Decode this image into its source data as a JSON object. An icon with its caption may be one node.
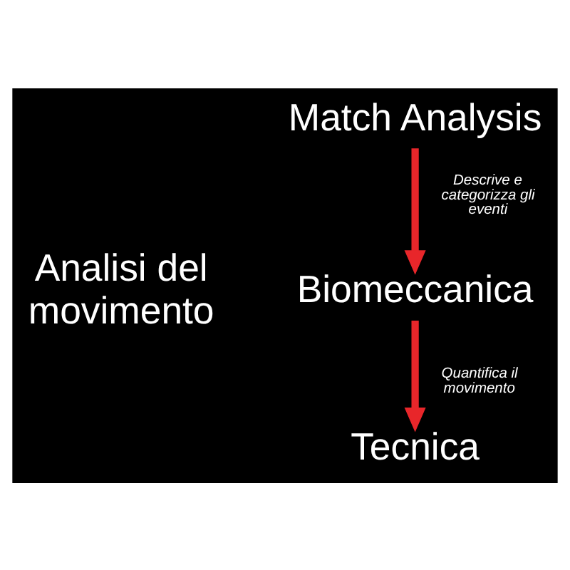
{
  "diagram": {
    "nodes": [
      {
        "text": [
          "Analisi del movimento"
        ]
      },
      {
        "text": [
          "Match Analysis"
        ]
      },
      {
        "text": [
          "Biomeccanica"
        ]
      },
      {
        "text": [
          "Tecnica"
        ]
      }
    ],
    "edges": [
      {
        "from": 1,
        "to": 2,
        "arrow": "to",
        "label": "Descrive e categorizza gli eventi"
      },
      {
        "from": 2,
        "to": 3,
        "arrow": "to",
        "label": "Quantifica il movimento"
      }
    ]
  }
}
